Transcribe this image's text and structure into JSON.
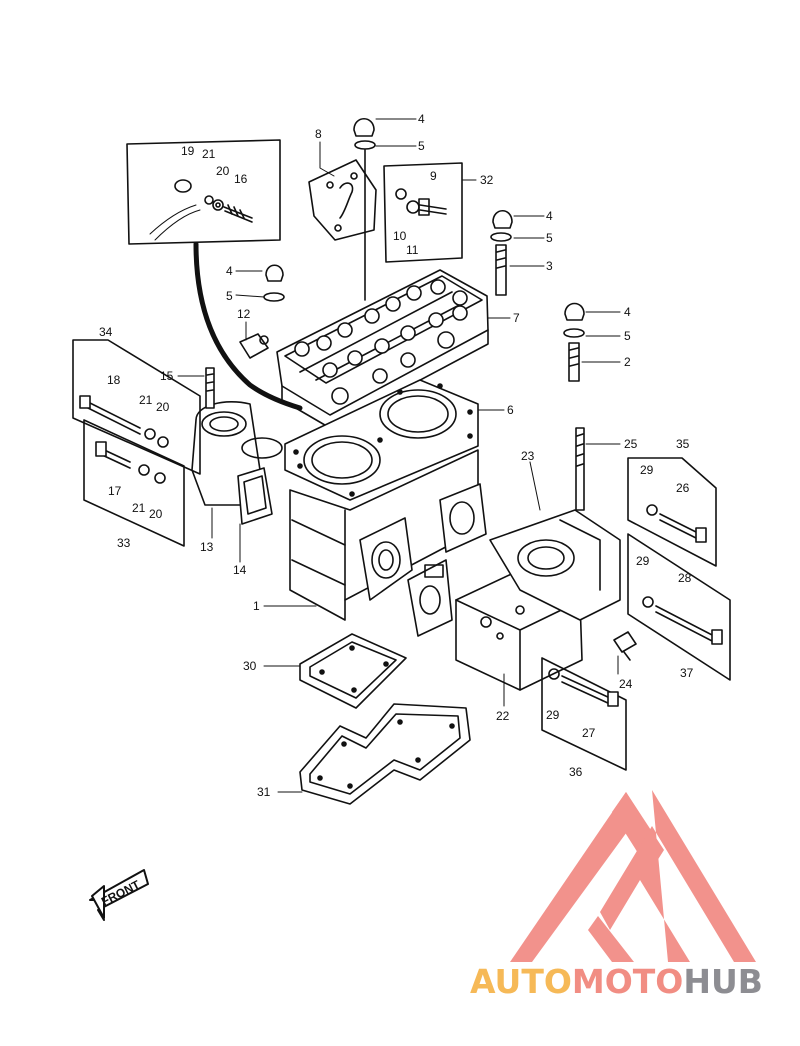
{
  "front_label": "FRONT",
  "watermark": {
    "part1": "AUTO",
    "part2": "MOTO",
    "part3": "HUB",
    "color_part1": "#f6b957",
    "color_part2": "#f18d83",
    "color_part3": "#8d8d92",
    "logo_color": "#f07f78"
  },
  "callouts": [
    "1",
    "2",
    "3",
    "4",
    "5",
    "6",
    "7",
    "8",
    "9",
    "10",
    "11",
    "12",
    "13",
    "14",
    "15",
    "16",
    "17",
    "18",
    "19",
    "20",
    "21",
    "22",
    "23",
    "24",
    "25",
    "26",
    "27",
    "28",
    "29",
    "30",
    "31",
    "32",
    "33",
    "34",
    "35",
    "36",
    "37"
  ]
}
